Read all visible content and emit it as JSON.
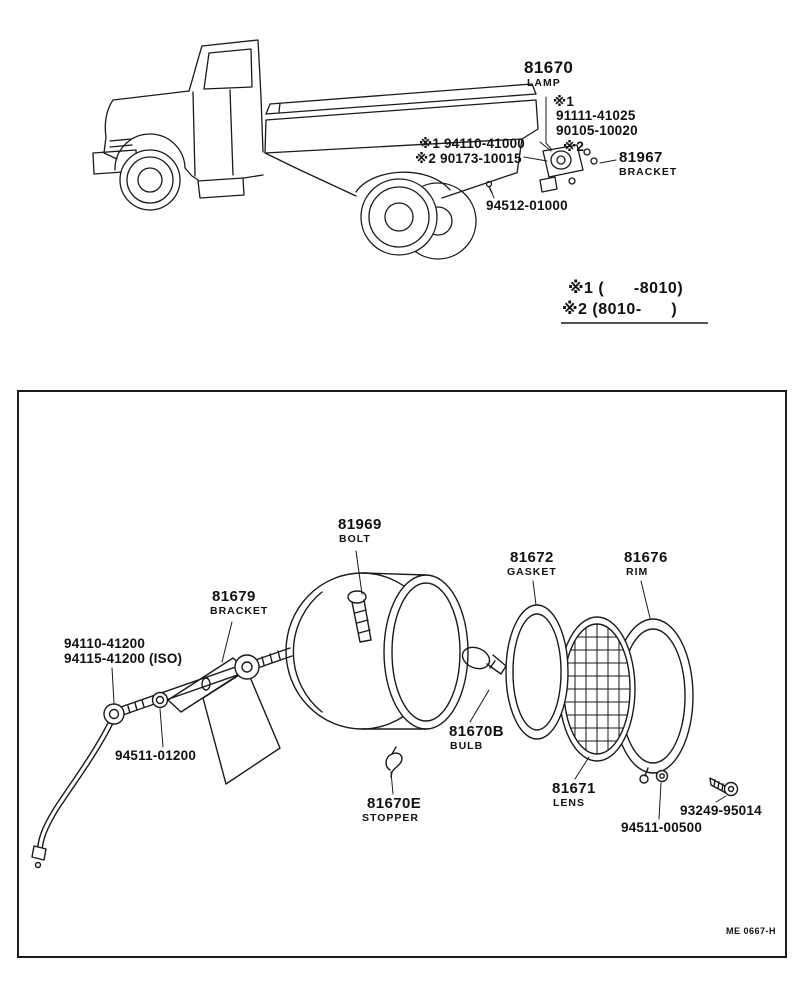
{
  "page": {
    "drawing_code": "ME 0667-H"
  },
  "truck_view": {
    "lamp": {
      "part_no": "81670",
      "name": "LAMP"
    },
    "ref1_mark": "※1",
    "bolt_part_no": "91111-41025",
    "nut_part_no": "90105-10020",
    "ref1_assembly": "※1 94110-41000",
    "ref2_assembly": "※2 90173-10015",
    "ref2_mark": "※2",
    "bracket": {
      "part_no": "81967",
      "name": "BRACKET"
    },
    "screw_part_no": "94512-01000"
  },
  "applicability_legend": {
    "line1": "※1 (      -8010)",
    "line2": "※2 (8010-      )"
  },
  "exploded_view": {
    "bolt": {
      "part_no": "81969",
      "name": "BOLT"
    },
    "bracket": {
      "part_no": "81679",
      "name": "BRACKET"
    },
    "nut_part_no": "94110-41200",
    "nut_part_no_iso": "94115-41200 (ISO)",
    "washer_part_no": "94511-01200",
    "stopper": {
      "part_no": "81670E",
      "name": "STOPPER"
    },
    "bulb": {
      "part_no": "81670B",
      "name": "BULB"
    },
    "gasket": {
      "part_no": "81672",
      "name": "GASKET"
    },
    "lens": {
      "part_no": "81671",
      "name": "LENS"
    },
    "rim": {
      "part_no": "81676",
      "name": "RIM"
    },
    "rim_nut_part_no": "94511-00500",
    "rim_screw_part_no": "93249-95014"
  }
}
